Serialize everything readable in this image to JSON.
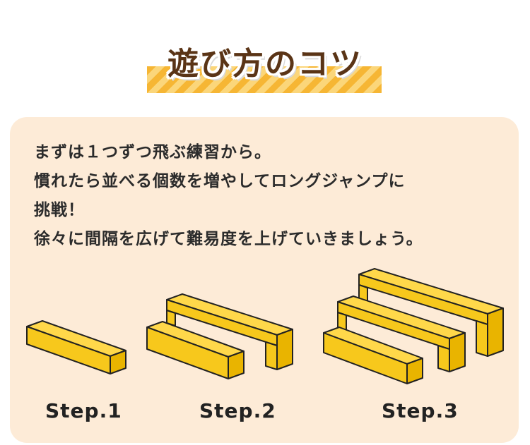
{
  "title": "遊び方のコツ",
  "lines": [
    "まずは１つずつ飛ぶ練習から。",
    "慣れたら並べる個数を増やしてロングジャンプに",
    "挑戦！",
    "徐々に間隔を広げて難易度を上げていきましょう。"
  ],
  "steps": [
    "Step.1",
    "Step.2",
    "Step.3"
  ],
  "colors": {
    "wood_top": "#ffd84a",
    "wood_front": "#f7c81c",
    "wood_side": "#e9b400",
    "title_stripe": "#f6b634",
    "panel": "#fdebd7"
  }
}
